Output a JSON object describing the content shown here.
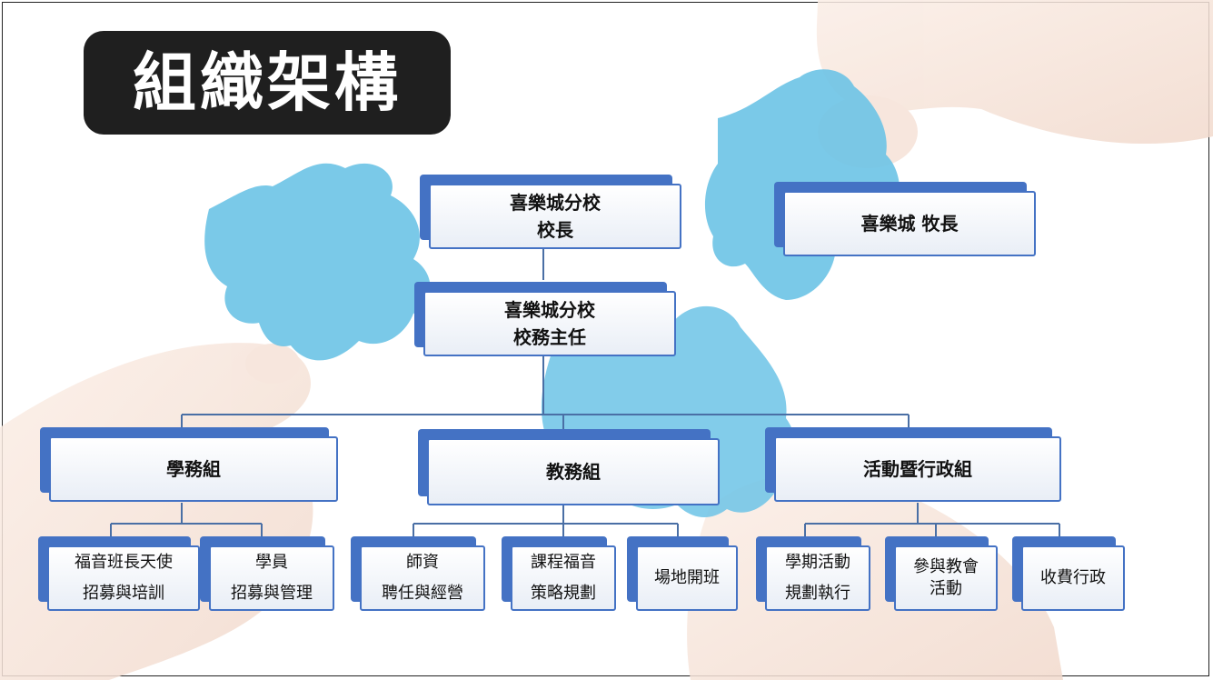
{
  "title": "組織架構",
  "nodes": {
    "principal": {
      "lines": [
        "喜樂城分校",
        "校長"
      ]
    },
    "pastor": {
      "lines": [
        "喜樂城 牧長"
      ]
    },
    "director": {
      "lines": [
        "喜樂城分校",
        "校務主任"
      ]
    },
    "student_affairs": {
      "lines": [
        "學務組"
      ]
    },
    "academic_affairs": {
      "lines": [
        "教務組"
      ]
    },
    "activities_admin": {
      "lines": [
        "活動暨行政組"
      ]
    },
    "gospel_class_leader": {
      "lines": [
        "福音班長天使",
        "招募與培訓"
      ]
    },
    "students": {
      "lines": [
        "學員",
        "招募與管理"
      ]
    },
    "teachers": {
      "lines": [
        "師資",
        "聘任與經營"
      ]
    },
    "curriculum": {
      "lines": [
        "課程福音",
        "策略規劃"
      ]
    },
    "venue": {
      "lines": [
        "場地開班"
      ]
    },
    "semester_activities": {
      "lines": [
        "學期活動",
        "規劃執行"
      ]
    },
    "church_activities": {
      "lines": [
        "參與教會",
        "活動"
      ]
    },
    "fee_admin": {
      "lines": [
        "收費行政"
      ]
    }
  },
  "colors": {
    "accent": "#4472c4",
    "connector": "#4a6fa5",
    "puzzle": "#6cc3e6",
    "title_bg": "#1f1f1f",
    "title_text": "#ffffff"
  }
}
